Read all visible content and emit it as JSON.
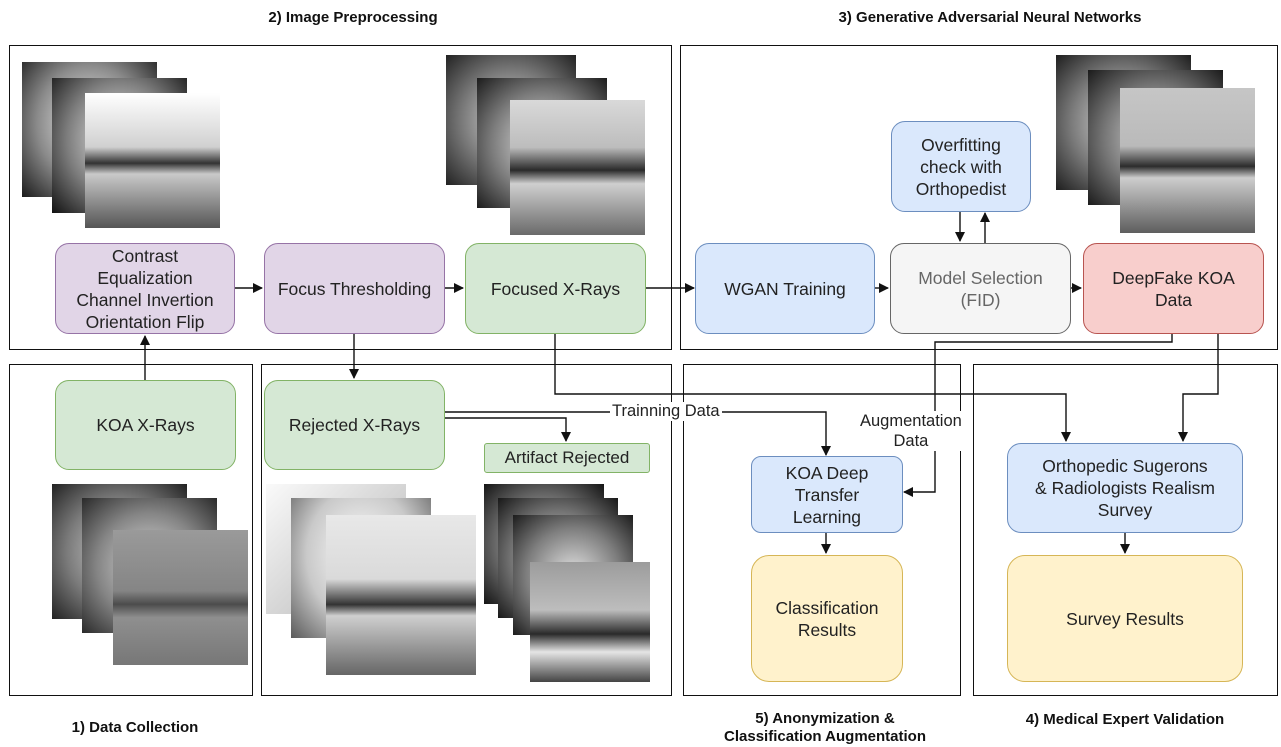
{
  "titles": {
    "preprocessing": "2) Image Preprocessing",
    "gan": "3) Generative Adversarial Neural Networks",
    "collection": "1) Data Collection",
    "anonymization": "5) Anonymization &\nClassification Augmentation",
    "validation": "4) Medical Expert Validation"
  },
  "nodes": {
    "contrast": "Contrast\nEqualization\nChannel Invertion\nOrientation Flip",
    "focus_thresholding": "Focus Thresholding",
    "focused_xrays": "Focused X-Rays",
    "wgan_training": "WGAN Training",
    "model_selection": "Model Selection\n(FID)",
    "deepfake": "DeepFake KOA\nData",
    "overfitting": "Overfitting\ncheck with\nOrthopedist",
    "koa_xrays": "KOA X-Rays",
    "rejected_xrays": "Rejected X-Rays",
    "artifact_rejected": "Artifact Rejected",
    "koa_deep_transfer": "KOA Deep\nTransfer\nLearning",
    "classification_results": "Classification\nResults",
    "realism_survey": "Orthopedic Sugerons\n& Radiologists Realism\nSurvey",
    "survey_results": "Survey Results"
  },
  "edge_labels": {
    "training_data": "Trainning Data",
    "augmentation_data": "Augmentation\nData"
  },
  "colors": {
    "purple_fill": "#e1d5e7",
    "green_fill": "#d5e8d4",
    "blue_fill": "#dae8fc",
    "grey_fill": "#f5f5f5",
    "red_fill": "#f8cecc",
    "yellow_fill": "#fff2cc"
  }
}
